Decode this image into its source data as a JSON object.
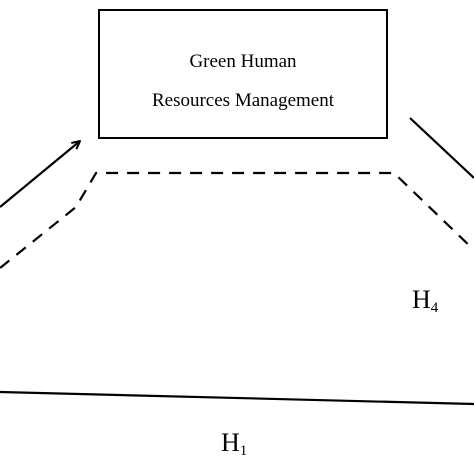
{
  "diagram": {
    "mediator": {
      "line1": "Green Human",
      "line2": "Resources Management"
    },
    "hypotheses": {
      "h4": {
        "letter": "H",
        "index": "4"
      },
      "h1": {
        "letter": "H",
        "index": "1"
      }
    },
    "colors": {
      "stroke": "#000000",
      "background": "#ffffff"
    }
  }
}
